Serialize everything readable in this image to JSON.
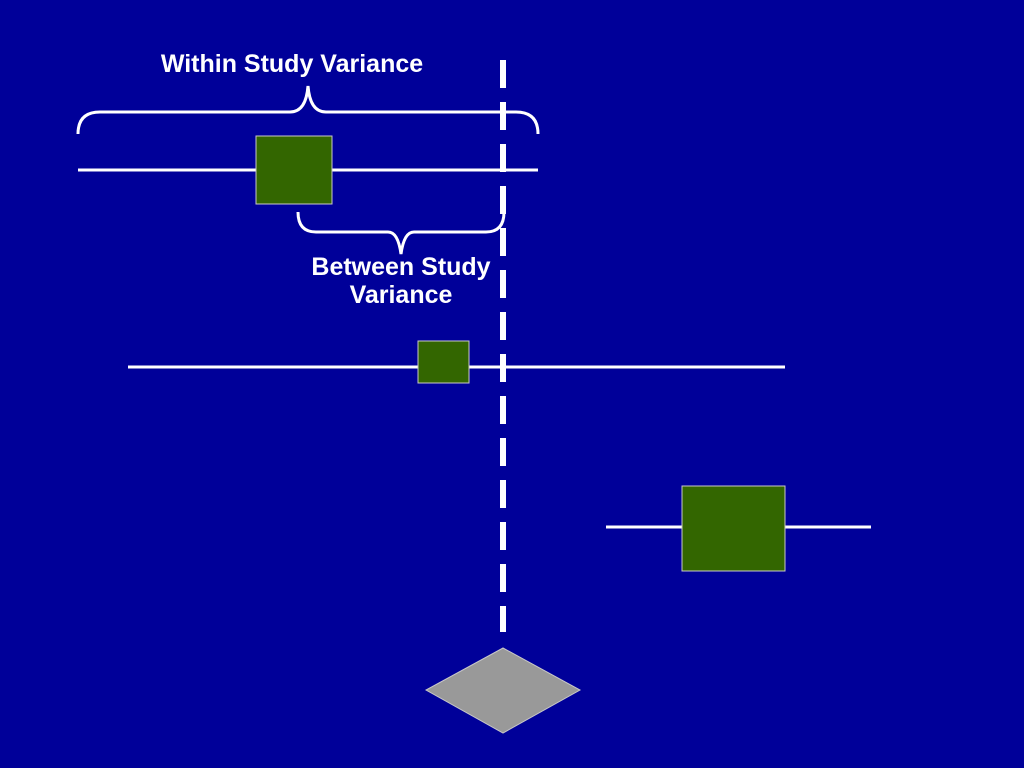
{
  "labels": {
    "within_study": "Within Study Variance",
    "between_study_line1": "Between Study",
    "between_study_line2": "Variance"
  },
  "colors": {
    "background": "#000099",
    "lines": "#ffffff",
    "study_box": "#336600",
    "pooled_diamond": "#999999"
  }
}
